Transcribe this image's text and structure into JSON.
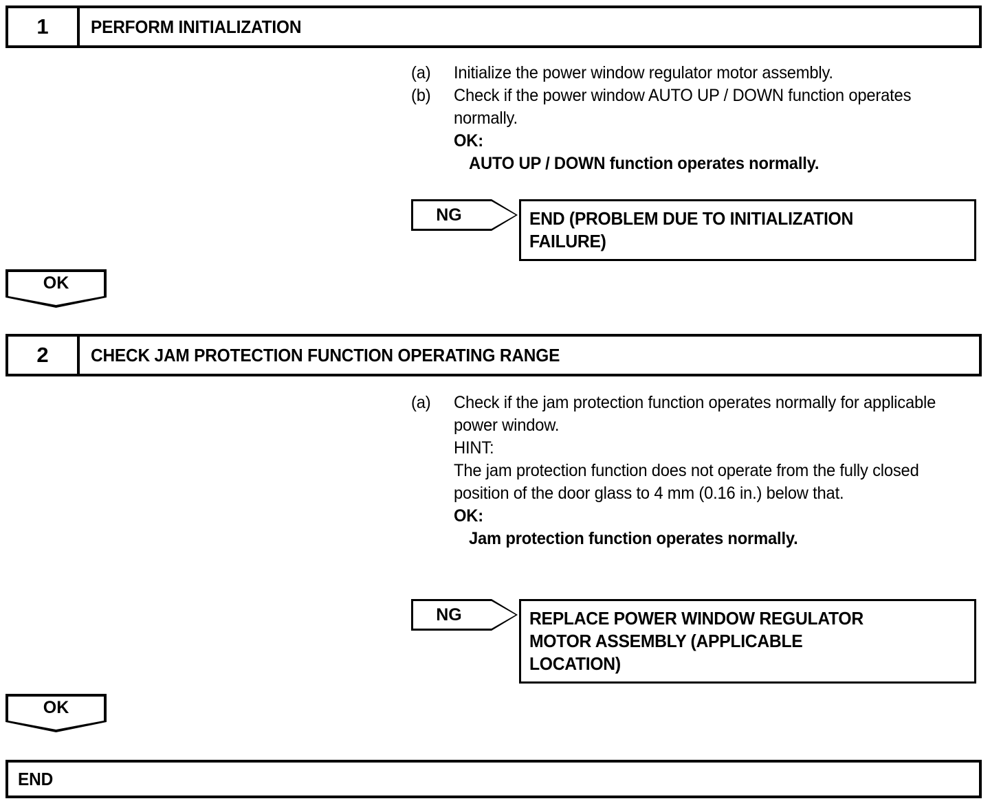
{
  "document": {
    "type": "diagnostic-flowchart",
    "end_label": "END"
  },
  "steps": [
    {
      "number": "1",
      "title": "PERFORM INITIALIZATION",
      "items": [
        {
          "mark": "(a)",
          "text": "Initialize the power window regulator motor assembly."
        },
        {
          "mark": "(b)",
          "text": "Check if the power window AUTO UP / DOWN function operates normally."
        }
      ],
      "ok_label_inline": "OK:",
      "ok_criteria": "AUTO UP / DOWN function operates normally.",
      "ng": {
        "tag": "NG",
        "result_lines": [
          "END (PROBLEM DUE TO INITIALIZATION",
          "FAILURE)"
        ]
      },
      "ok_tag": "OK"
    },
    {
      "number": "2",
      "title": "CHECK JAM PROTECTION FUNCTION OPERATING RANGE",
      "items": [
        {
          "mark": "(a)",
          "text": "Check if the jam protection function operates normally for applicable power window."
        }
      ],
      "hint_label": "HINT:",
      "hint_text": "The jam protection function does not operate from the fully closed position of the door glass to 4 mm (0.16 in.) below that.",
      "ok_label_inline": "OK:",
      "ok_criteria": "Jam protection function operates normally.",
      "ng": {
        "tag": "NG",
        "result_lines": [
          "REPLACE POWER WINDOW REGULATOR",
          "MOTOR ASSEMBLY (APPLICABLE",
          "LOCATION)"
        ]
      },
      "ok_tag": "OK"
    }
  ],
  "colors": {
    "ink": "#000000",
    "paper": "#ffffff"
  }
}
